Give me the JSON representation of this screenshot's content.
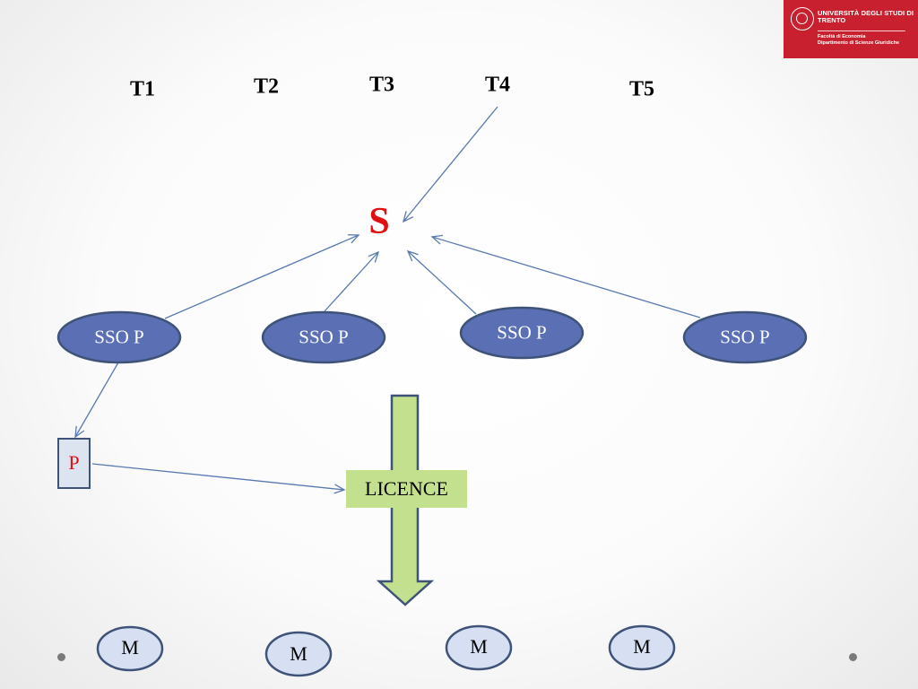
{
  "logo": {
    "university": "UNIVERSITÀ DEGLI STUDI DI TRENTO",
    "faculty": "Facoltà di Economia",
    "department": "Dipartimento di Scienze Giuridiche"
  },
  "diagram": {
    "t_labels": [
      "T1",
      "T2",
      "T3",
      "T4",
      "T5"
    ],
    "s_label": "S",
    "sso_labels": [
      "SSO P",
      "SSO P",
      "SSO P",
      "SSO P"
    ],
    "p_label": "P",
    "licence_label": "LICENCE",
    "m_labels": [
      "M",
      "M",
      "M",
      "M"
    ]
  },
  "colors": {
    "sso_fill": "#5b6fb5",
    "sso_stroke": "#3f5378",
    "m_fill": "#d6e0f2",
    "arrow_line": "#5a7ab0",
    "licence_arrow_fill": "#c3e08f",
    "s_text": "#e01010",
    "logo_red": "#c8202f"
  }
}
